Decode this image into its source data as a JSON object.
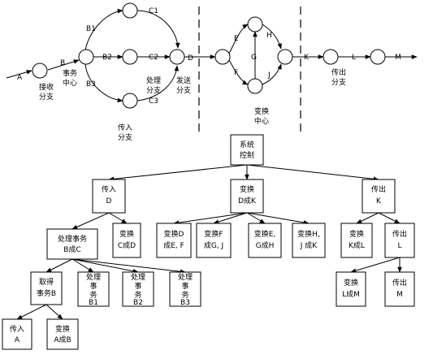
{
  "flow": {
    "edge_labels": {
      "A": "A",
      "B": "B",
      "B1": "B1",
      "B2": "B2",
      "B3": "B3",
      "C1": "C1",
      "C2": "C2",
      "C3": "C3",
      "D": "D",
      "E": "E",
      "F": "F",
      "G": "G",
      "H": "H",
      "J": "J",
      "K": "K",
      "L": "L",
      "M": "M"
    },
    "captions": {
      "receive_1": "接收",
      "receive_2": "分支",
      "center_1": "事务",
      "center_2": "中心",
      "process_1": "处理",
      "process_2": "分支",
      "send_1": "发送",
      "send_2": "分支",
      "incoming_1": "传入",
      "incoming_2": "分支",
      "transform_1": "变换",
      "transform_2": "中心",
      "outgoing_1": "传出",
      "outgoing_2": "分支"
    }
  },
  "tree": {
    "root": [
      "系统",
      "控制"
    ],
    "in": [
      "传入",
      "D"
    ],
    "trans": [
      "变换",
      "D成K"
    ],
    "out": [
      "传出",
      "K"
    ],
    "proc": [
      "处理事务",
      "B成C"
    ],
    "cd": [
      "变换",
      "C成D"
    ],
    "de": [
      "变换D",
      "成E, F"
    ],
    "fg": [
      "变换F",
      "成G, J"
    ],
    "eg": [
      "变换E,",
      "G成H"
    ],
    "hj": [
      "变换H,",
      "J 成K"
    ],
    "kl": [
      "变换",
      "K成L"
    ],
    "outl": [
      "传出",
      "L"
    ],
    "take": [
      "取得",
      "事务B"
    ],
    "pb1": [
      "处理",
      "事",
      "务",
      "B1"
    ],
    "pb2": [
      "处理",
      "事",
      "务",
      "B2"
    ],
    "pb3": [
      "处理",
      "事",
      "务",
      "B3"
    ],
    "lm": [
      "变换",
      "L成M"
    ],
    "outm": [
      "传出",
      "M"
    ],
    "ina": [
      "传入",
      "A"
    ],
    "ab": [
      "变换",
      "A成B"
    ]
  }
}
